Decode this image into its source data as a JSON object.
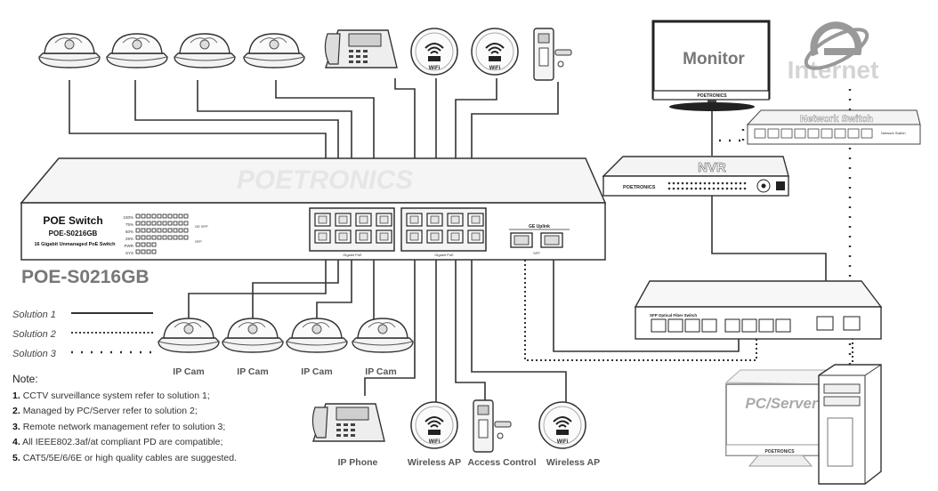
{
  "watermark": "POETRONICS",
  "switch": {
    "title": "POE Switch",
    "model": "POE-S0216GB",
    "desc": "16 Gigabit Unmanaged PoE Switch",
    "big_model": "POE-S0216GB",
    "led_labels": [
      "100%",
      "75%",
      "50%",
      "25%",
      "PWR",
      "SYS"
    ],
    "gbe_label_1": "Gigabit PoE",
    "gbe_label_2": "Gigabit PoE",
    "uplink_label": "GE Uplink",
    "sfp_label": "SFP",
    "right_led_1": "GE SFP",
    "right_led_2": "SFP"
  },
  "legend": {
    "s1": "Solution 1",
    "s2": "Solution 2",
    "s3": "Solution 3"
  },
  "bottom_labels": {
    "ipcam1": "IP Cam",
    "ipcam2": "IP Cam",
    "ipcam3": "IP Cam",
    "ipcam4": "IP Cam",
    "ipphone": "IP Phone",
    "wap1": "Wireless AP",
    "access": "Access Control",
    "wap2": "Wireless AP"
  },
  "top_devices": {
    "wifi_label": "WiFi"
  },
  "monitor": {
    "label": "Monitor",
    "brand": "POETRONICS"
  },
  "internet": {
    "label": "Internet"
  },
  "network_switch": {
    "label": "Network Switch",
    "small_text": "Network Switch"
  },
  "nvr": {
    "label": "NVR",
    "brand": "POETRONICS"
  },
  "fiber_switch": {
    "label": "SFP Optical Fiber Switch"
  },
  "pcserver": {
    "label": "PC/Server",
    "brand": "POETRONICS"
  },
  "notes": {
    "heading": "Note:",
    "n1_num": "1.",
    "n1": "CCTV surveillance system refer to solution 1;",
    "n2_num": "2.",
    "n2": "Managed by PC/Server refer to solution 2;",
    "n3_num": "3.",
    "n3": "Remote network management refer to solution 3;",
    "n4_num": "4.",
    "n4": "All IEEE802.3af/at compliant PD are compatible;",
    "n5_num": "5.",
    "n5": "CAT5/5E/6/6E or high quality cables are suggested."
  }
}
